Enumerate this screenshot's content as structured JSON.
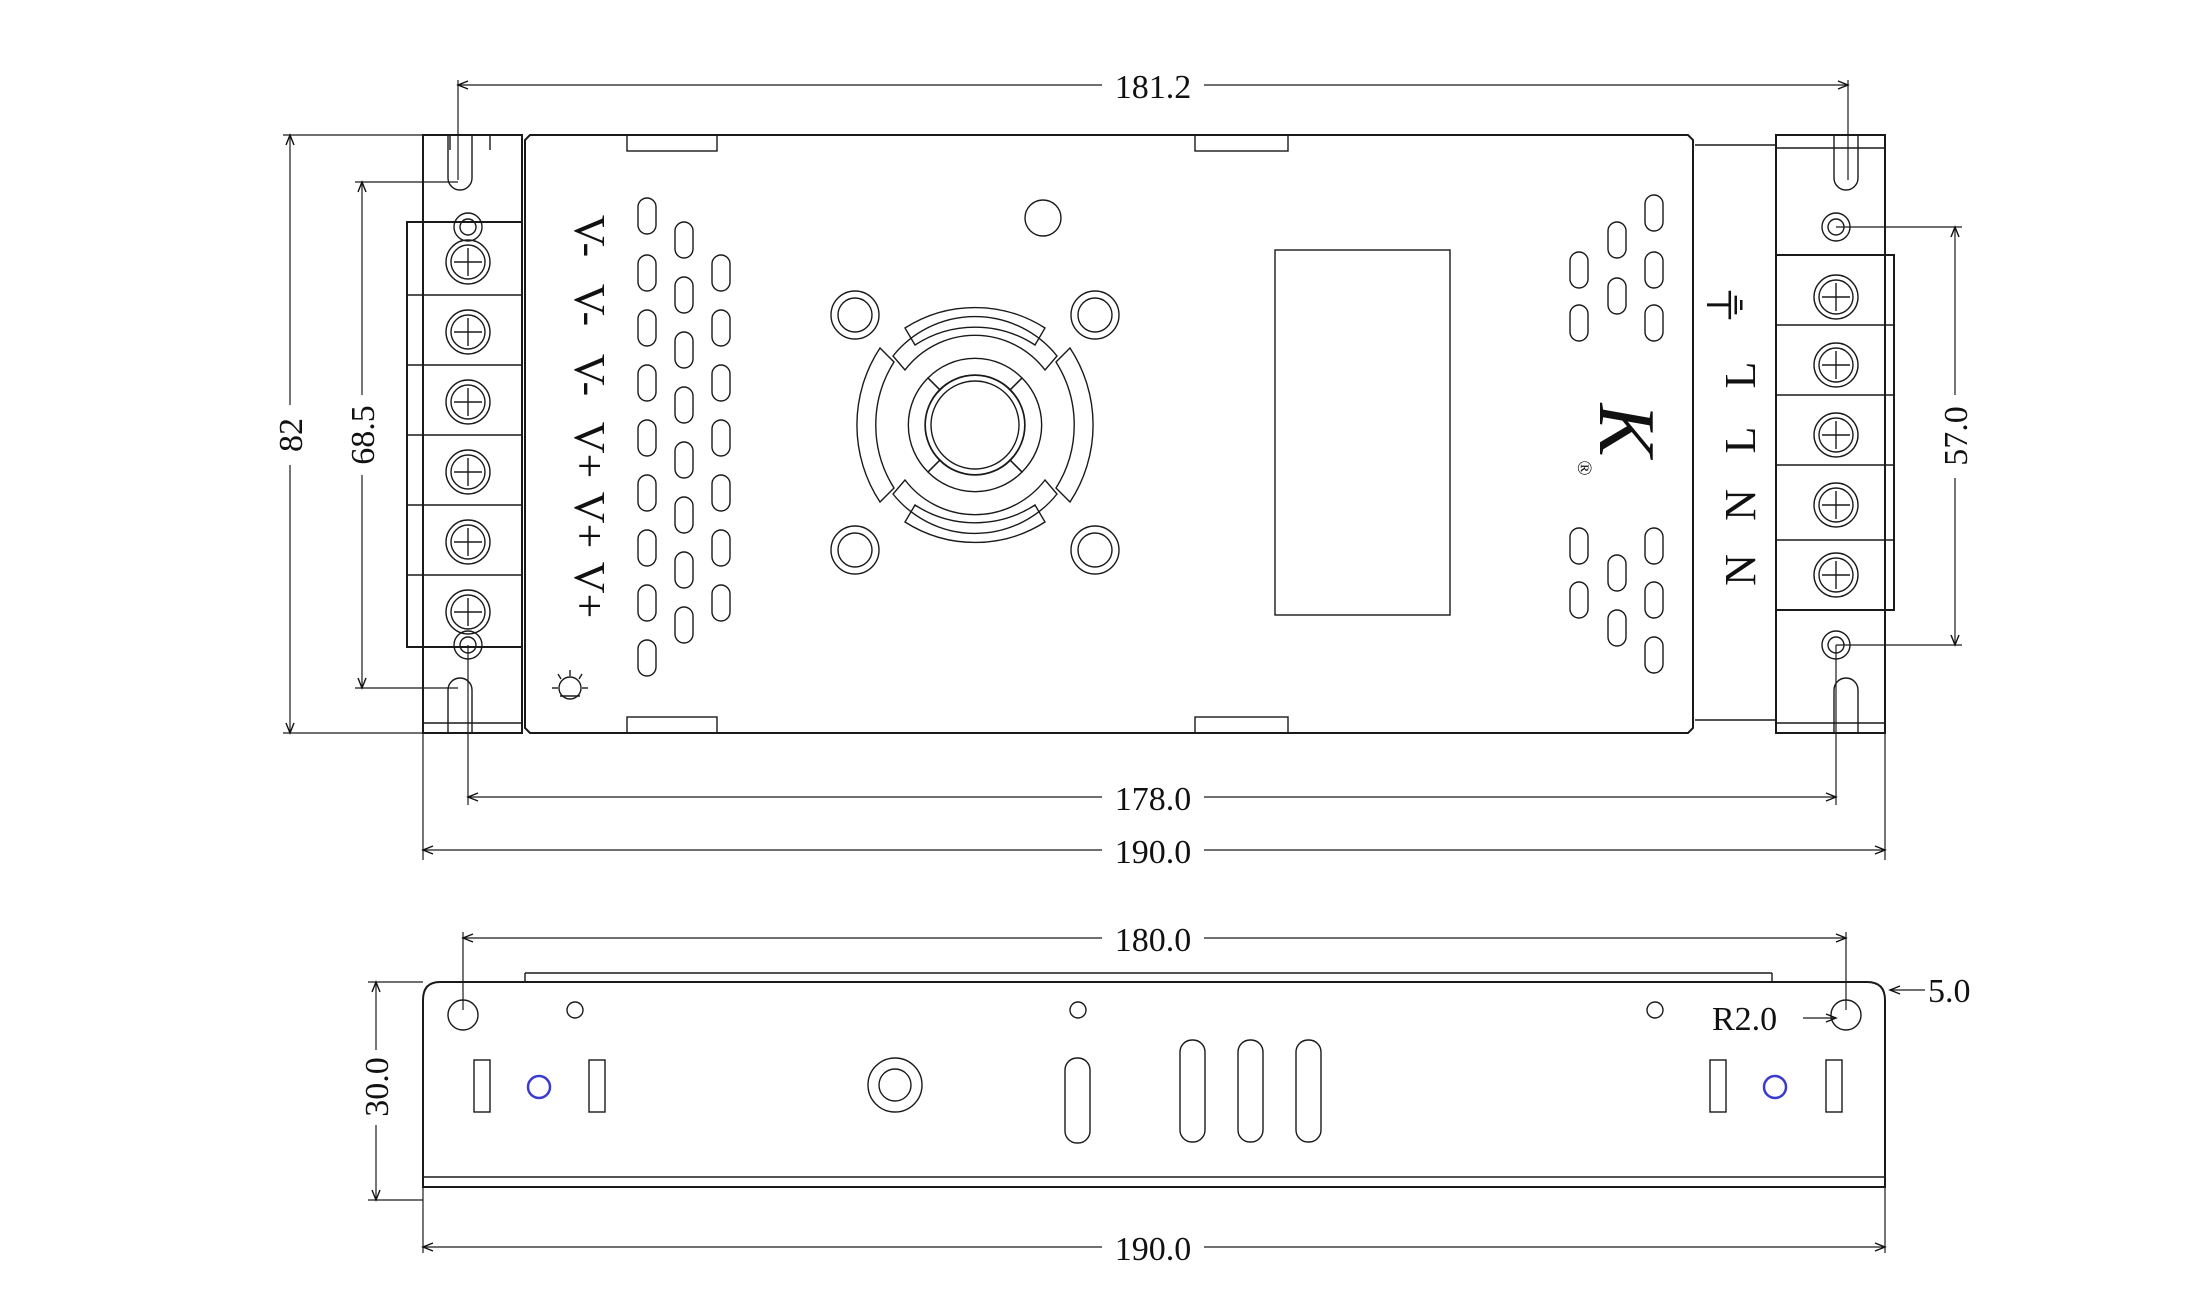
{
  "dimensions": {
    "top_view": {
      "overall_top": "181.2",
      "mount_hole_span": "178.0",
      "overall_length": "190.0",
      "overall_height": "82",
      "left_hole_span": "68.5",
      "right_hole_span": "57.0"
    },
    "side_view": {
      "hole_span": "180.0",
      "height": "30.0",
      "length": "190.0",
      "hole_radius": "R2.0",
      "edge_offset": "5.0"
    }
  },
  "terminals": {
    "output_labels": [
      "V-",
      "V-",
      "V-",
      "V+",
      "V+",
      "V+"
    ],
    "input_labels": [
      "⏚",
      "L",
      "L",
      "N",
      "N"
    ]
  },
  "logo": {
    "mark": "K",
    "registered": "®"
  }
}
